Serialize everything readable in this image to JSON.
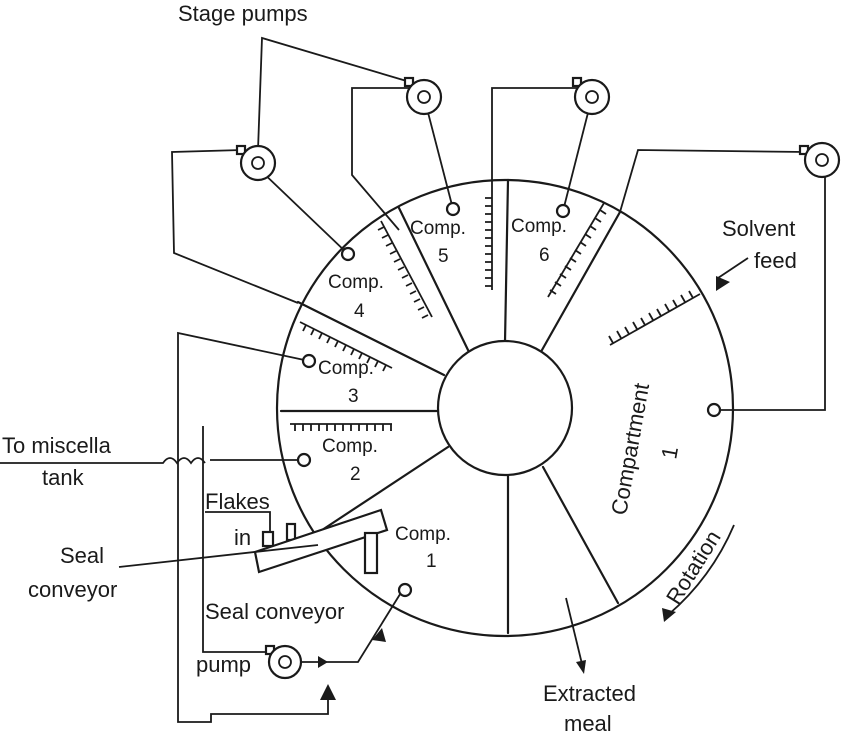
{
  "labels": {
    "stage_pumps": "Stage pumps",
    "solvent_feed_1": "Solvent",
    "solvent_feed_2": "feed",
    "to_miscella_1": "To miscella",
    "to_miscella_2": "tank",
    "flakes_1": "Flakes",
    "flakes_2": "in",
    "seal_conveyor_1": "Seal",
    "seal_conveyor_2": "conveyor",
    "seal_conveyor_pump_1": "Seal conveyor",
    "seal_conveyor_pump_2": "pump",
    "extracted_meal_1": "Extracted",
    "extracted_meal_2": "meal",
    "rotation": "Rotation",
    "compartment_big": "Compartment",
    "compartment_big_num": "1"
  },
  "compartments": [
    {
      "id": "comp1",
      "word": "Comp.",
      "num": "1"
    },
    {
      "id": "comp2",
      "word": "Comp.",
      "num": "2"
    },
    {
      "id": "comp3",
      "word": "Comp.",
      "num": "3"
    },
    {
      "id": "comp4",
      "word": "Comp.",
      "num": "4"
    },
    {
      "id": "comp5",
      "word": "Comp.",
      "num": "5"
    },
    {
      "id": "comp6",
      "word": "Comp.",
      "num": "6"
    }
  ]
}
